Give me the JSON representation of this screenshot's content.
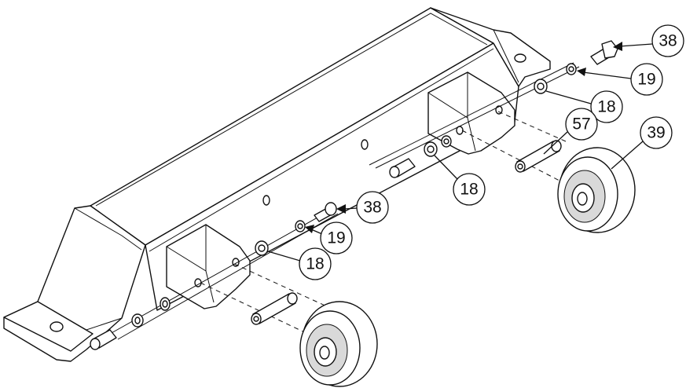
{
  "callouts": [
    {
      "id": "c38a",
      "label": "38"
    },
    {
      "id": "c19a",
      "label": "19"
    },
    {
      "id": "c18a",
      "label": "18"
    },
    {
      "id": "c57",
      "label": "57"
    },
    {
      "id": "c39",
      "label": "39"
    },
    {
      "id": "c18b",
      "label": "18"
    },
    {
      "id": "c38b",
      "label": "38"
    },
    {
      "id": "c19b",
      "label": "19"
    },
    {
      "id": "c18c",
      "label": "18"
    }
  ]
}
